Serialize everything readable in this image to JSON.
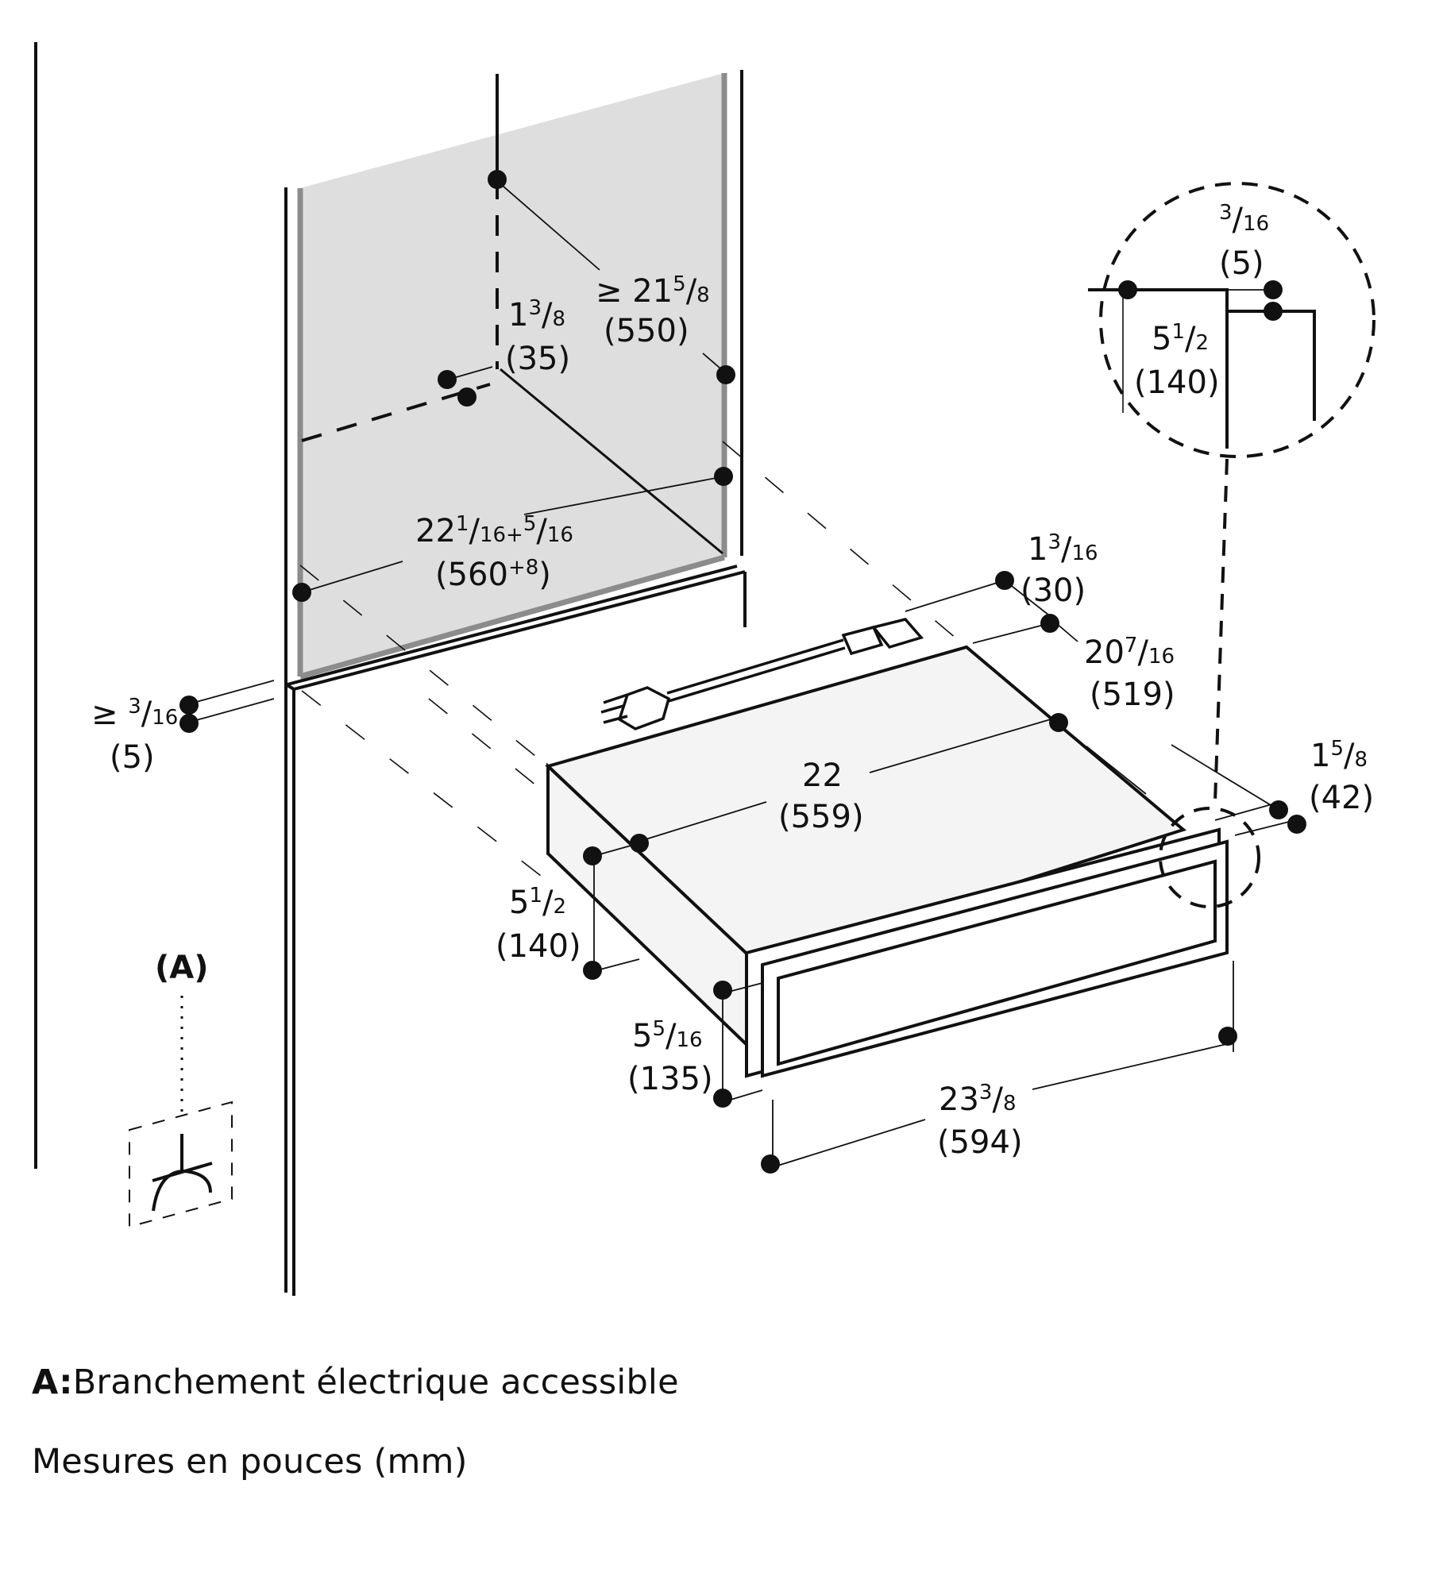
{
  "colors": {
    "line": "#111111",
    "panel_fill": "#dedede",
    "panel_edge": "#8c8c8c",
    "appliance_fill": "#f4f4f4",
    "background": "#ffffff"
  },
  "dimensions": {
    "back_clearance": {
      "prefix": "≥ ",
      "whole": "21",
      "num": "5",
      "den": "8",
      "mm": "(550)"
    },
    "back_offset": {
      "whole": "1",
      "num": "3",
      "den": "8",
      "mm": "(35)"
    },
    "niche_width": {
      "whole": "22",
      "num": "1",
      "den": "16",
      "plus": "+",
      "num2": "5",
      "den2": "16",
      "mm": "(560",
      "mm_sup": "+8",
      "mm_close": ")"
    },
    "side_gap": {
      "prefix": "≥ ",
      "num": "3",
      "den": "16",
      "mm": "(5)"
    },
    "cord_offset": {
      "whole": "1",
      "num": "3",
      "den": "16",
      "mm": "(30)"
    },
    "depth": {
      "whole": "20",
      "num": "7",
      "den": "16",
      "mm": "(519)"
    },
    "body_width": {
      "whole": "22",
      "mm": "(559)"
    },
    "front_depth": {
      "whole": "1",
      "num": "5",
      "den": "8",
      "mm": "(42)"
    },
    "body_height": {
      "whole": "5",
      "num": "1",
      "den": "2",
      "mm": "(140)"
    },
    "front_height": {
      "whole": "5",
      "num": "5",
      "den": "16",
      "mm": "(135)"
    },
    "front_width": {
      "whole": "23",
      "num": "3",
      "den": "8",
      "mm": "(594)"
    },
    "detail_gap": {
      "num": "3",
      "den": "16",
      "mm": "(5)"
    },
    "detail_height": {
      "whole": "5",
      "num": "1",
      "den": "2",
      "mm": "(140)"
    }
  },
  "callout": {
    "label": "(A)"
  },
  "legend": {
    "a_key": "A:",
    "a_text": "Branchement électrique accessible",
    "units": "Mesures en pouces (mm)"
  }
}
